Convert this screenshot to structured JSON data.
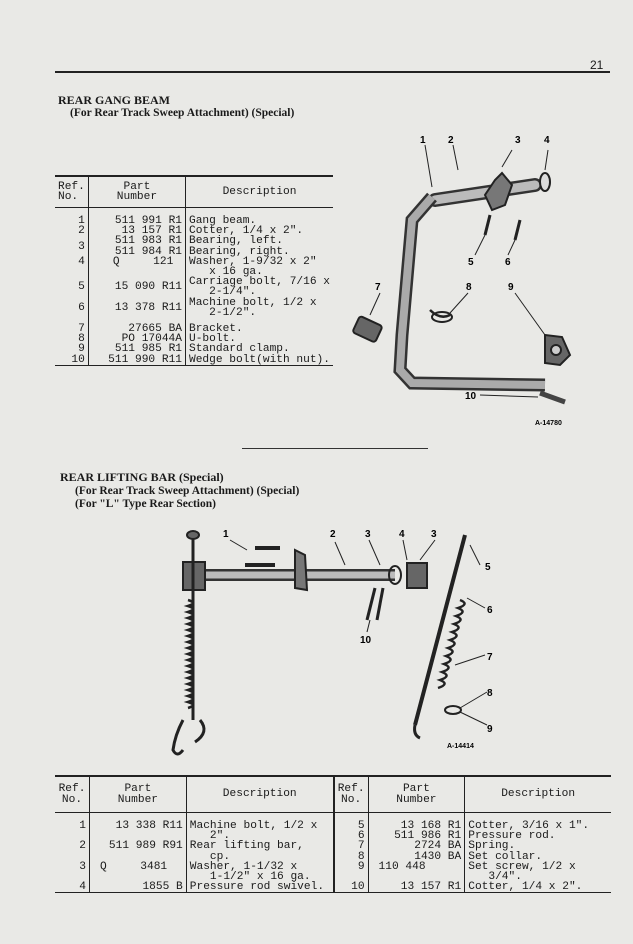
{
  "page": {
    "number": "21"
  },
  "section1": {
    "title": "REAR GANG BEAM",
    "subtitle": "(For Rear Track Sweep Attachment) (Special)",
    "table": {
      "headers": {
        "ref": "Ref.\nNo.",
        "part": "Part\nNumber",
        "desc": "Description"
      },
      "rows": [
        {
          "ref": "1",
          "part": "511 991 R1",
          "desc": "Gang beam."
        },
        {
          "ref": "2",
          "part": "13 157 R1",
          "desc": "Cotter, 1/4 x 2\"."
        },
        {
          "ref": "3",
          "part": "511 983 R1\n511 984 R1",
          "desc": "Bearing, left.\nBearing, right."
        },
        {
          "ref": "4",
          "part": "Q     121",
          "desc": "Washer, 1-9/32 x 2\"\n   x 16 ga."
        },
        {
          "ref": "5",
          "part": "15 090 R11",
          "desc": "Carriage bolt, 7/16 x\n   2-1/4\"."
        },
        {
          "ref": "6",
          "part": "13 378 R11",
          "desc": "Machine bolt, 1/2 x\n   2-1/2\"."
        },
        {
          "ref": "7",
          "part": "27665 BA",
          "desc": "Bracket."
        },
        {
          "ref": "8",
          "part": "PO 17044A",
          "desc": "U-bolt."
        },
        {
          "ref": "9",
          "part": "511 985 R1",
          "desc": "Standard clamp."
        },
        {
          "ref": "10",
          "part": "511 990 R11",
          "desc": "Wedge bolt(with nut)."
        }
      ]
    },
    "figure": {
      "code": "A-14780",
      "callouts": [
        "1",
        "2",
        "3",
        "4",
        "5",
        "6",
        "7",
        "8",
        "9",
        "10"
      ]
    }
  },
  "section2": {
    "title": "REAR LIFTING BAR (Special)",
    "subtitle1": "(For Rear Track Sweep Attachment) (Special)",
    "subtitle2": "(For \"L\" Type Rear Section)",
    "figure": {
      "code": "A-14414",
      "callouts": [
        "1",
        "2",
        "3",
        "4",
        "3",
        "5",
        "6",
        "7",
        "8",
        "9",
        "10"
      ]
    },
    "table": {
      "headers": {
        "ref": "Ref.\nNo.",
        "part": "Part\nNumber",
        "desc": "Description"
      },
      "rows": [
        {
          "lref": "1",
          "lpart": "13 338 R11",
          "ldesc": "Machine bolt, 1/2 x\n   2\".",
          "rref": "5\n6",
          "rpart": "13 168 R1\n511 986 R1",
          "rdesc": "Cotter, 3/16 x 1\".\nPressure rod."
        },
        {
          "lref": "2",
          "lpart": "511 989 R91",
          "ldesc": "Rear lifting bar,\n   cp.",
          "rref": "7\n8",
          "rpart": "2724 BA\n1430 BA",
          "rdesc": "Spring.\nSet collar."
        },
        {
          "lref": "3",
          "lpart": "Q     3481",
          "ldesc": "Washer, 1-1/32 x\n   1-1/2\" x 16 ga.",
          "rref": "9",
          "rpart": "110 448",
          "rdesc": "Set screw, 1/2 x\n   3/4\"."
        },
        {
          "lref": "4",
          "lpart": "1855 B",
          "ldesc": "Pressure rod swivel.",
          "rref": "10",
          "rpart": "13 157 R1",
          "rdesc": "Cotter, 1/4 x 2\"."
        }
      ]
    }
  }
}
